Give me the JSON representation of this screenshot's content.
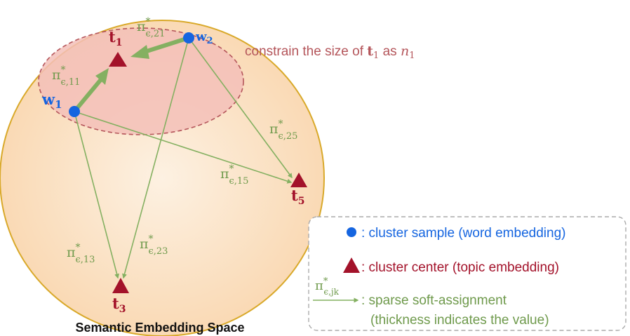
{
  "caption": "Semantic Embedding Space",
  "annotation": "constrain the size of ",
  "annotation_math": {
    "t": "t",
    "t_sub": "1",
    "as": " as ",
    "n": "n",
    "n_sub": "1"
  },
  "nodes": {
    "w1": {
      "base": "w",
      "sub": "1"
    },
    "w2": {
      "base": "w",
      "sub": "2"
    },
    "t1": {
      "base": "t",
      "sub": "1"
    },
    "t3": {
      "base": "t",
      "sub": "3"
    },
    "t5": {
      "base": "t",
      "sub": "5"
    }
  },
  "edges": [
    {
      "from": "w2",
      "to": "t1",
      "label_sub": "ϵ,21",
      "weight": "thick"
    },
    {
      "from": "w1",
      "to": "t1",
      "label_sub": "ϵ,11",
      "weight": "thick"
    },
    {
      "from": "w2",
      "to": "t5",
      "label_sub": "ϵ,25",
      "weight": "thin"
    },
    {
      "from": "w1",
      "to": "t5",
      "label_sub": "ϵ,15",
      "weight": "thin"
    },
    {
      "from": "w1",
      "to": "t3",
      "label_sub": "ϵ,13",
      "weight": "thin"
    },
    {
      "from": "w2",
      "to": "t3",
      "label_sub": "ϵ,23",
      "weight": "thin"
    }
  ],
  "pi_symbol": "π",
  "pi_star": "*",
  "legend": {
    "sample": ": cluster sample (word embedding)",
    "center": ": cluster center (topic embedding)",
    "assign_line1": ": sparse soft-assignment",
    "assign_line2": "(thickness indicates the value)",
    "assign_label_sub": "ϵ,jk"
  },
  "colors": {
    "sample": "#1565e0",
    "center": "#a3122a",
    "edge": "#84b061",
    "edge_label": "#6f9a4c",
    "space_fill": "#fbe3c6",
    "space_stroke": "#d9a92a",
    "cluster_fill": "#f3c0b9",
    "cluster_stroke": "#b4555a",
    "annotation": "#b4555a",
    "legend_border": "#aaaaaa"
  }
}
